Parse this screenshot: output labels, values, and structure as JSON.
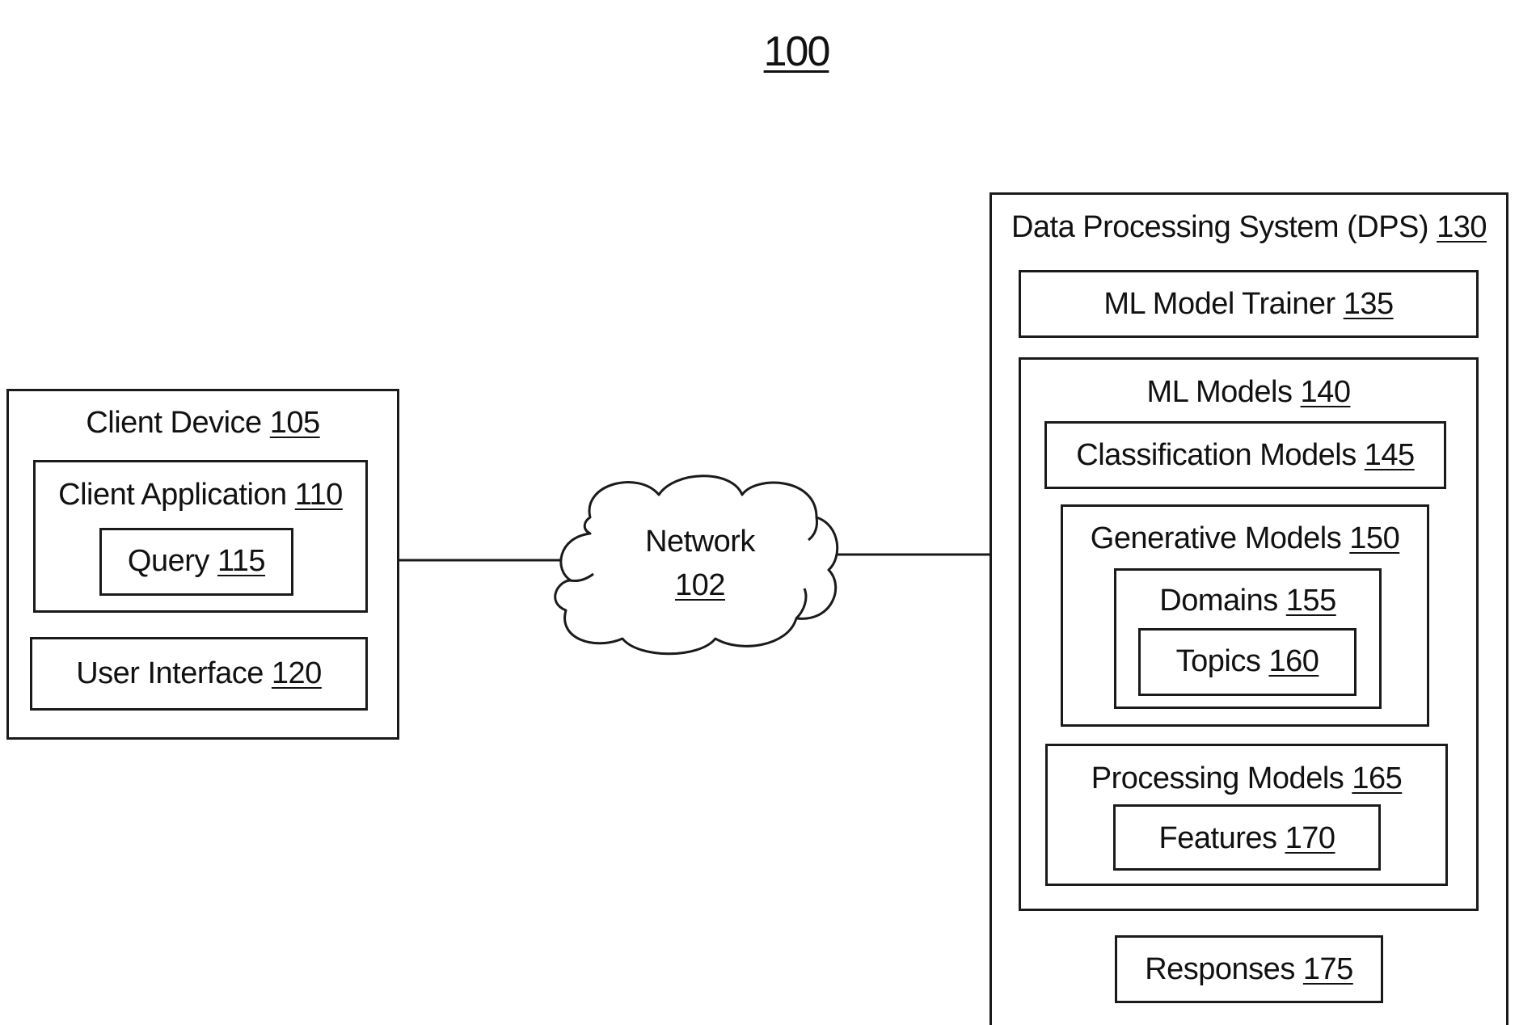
{
  "figure_number": "100",
  "network": {
    "label": "Network",
    "number": "102"
  },
  "client_device": {
    "label": "Client Device",
    "number": "105",
    "client_application": {
      "label": "Client Application",
      "number": "110",
      "query": {
        "label": "Query",
        "number": "115"
      }
    },
    "user_interface": {
      "label": "User Interface",
      "number": "120"
    }
  },
  "dps": {
    "label": "Data Processing System (DPS)",
    "number": "130",
    "ml_model_trainer": {
      "label": "ML Model Trainer",
      "number": "135"
    },
    "ml_models": {
      "label": "ML Models",
      "number": "140",
      "classification_models": {
        "label": "Classification Models",
        "number": "145"
      },
      "generative_models": {
        "label": "Generative Models",
        "number": "150",
        "domains": {
          "label": "Domains",
          "number": "155",
          "topics": {
            "label": "Topics",
            "number": "160"
          }
        }
      },
      "processing_models": {
        "label": "Processing Models",
        "number": "165",
        "features": {
          "label": "Features",
          "number": "170"
        }
      }
    },
    "responses": {
      "label": "Responses",
      "number": "175"
    }
  }
}
